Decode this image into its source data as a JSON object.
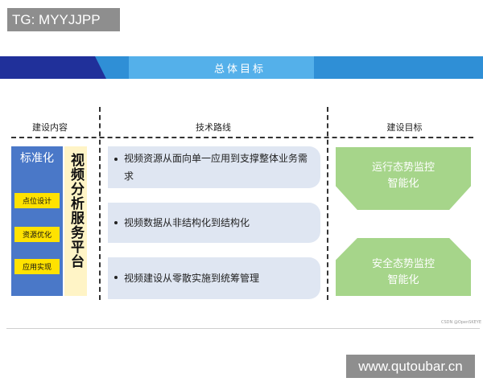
{
  "watermark_top": "TG: MYYJJPP",
  "watermark_bottom": "www.qutoubar.cn",
  "banner": {
    "title": "总体目标"
  },
  "columns": {
    "construction": "建设内容",
    "technical_route": "技术路线",
    "goals": "建设目标"
  },
  "left": {
    "standardization": "标准化",
    "tags": [
      "点位设计",
      "资源优化",
      "应用实现"
    ],
    "platform": "视频分析服务平台"
  },
  "routes": [
    "视频资源从面向单一应用到支撑整体业务需求",
    "视频数据从非结构化到结构化",
    "视频建设从零散实施到统筹管理"
  ],
  "targets": [
    [
      "运行态势监控",
      "智能化"
    ],
    [
      "安全态势监控",
      "智能化"
    ]
  ],
  "credit": "CSDN @OpenSKEYE",
  "colors": {
    "banner_dark": "#20309a",
    "banner_blue": "#2f8fd6",
    "left_blue": "#4a78c8",
    "tag_yellow": "#ffe200",
    "platform_cream": "#fff4c6",
    "route_bg": "#dfe6f2",
    "goal_green": "#a6d58a"
  }
}
